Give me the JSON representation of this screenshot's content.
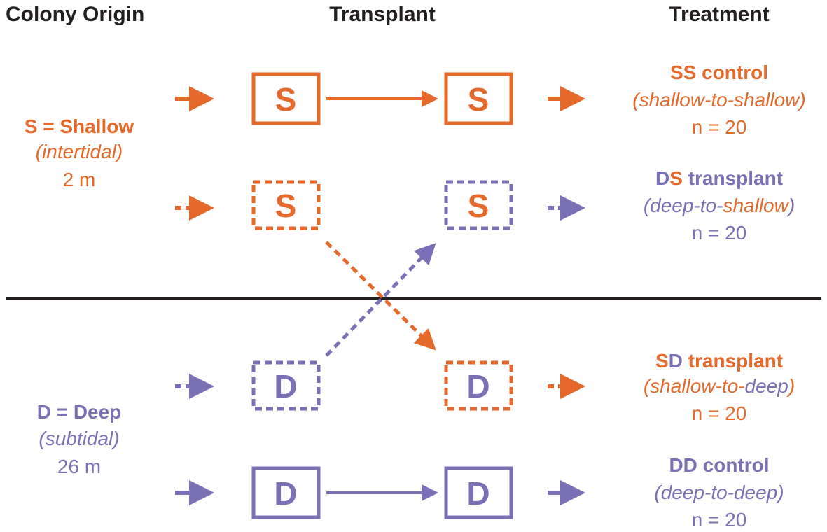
{
  "colors": {
    "shallow": "#e5692b",
    "deep": "#7a70b6",
    "divider": "#231f20",
    "heading": "#231f20"
  },
  "headers": {
    "colony_origin": "Colony Origin",
    "transplant": "Transplant",
    "treatment": "Treatment"
  },
  "origin": {
    "shallow": {
      "title": "S = Shallow",
      "subtitle": "(intertidal)",
      "depth": "2 m"
    },
    "deep": {
      "title": "D = Deep",
      "subtitle": "(subtidal)",
      "depth": "26 m"
    }
  },
  "boxes": {
    "ss_origin": "S",
    "ss_dest": "S",
    "ds_origin": "S",
    "ds_dest": "S",
    "sd_origin": "D",
    "sd_dest": "D",
    "dd_origin": "D",
    "dd_dest": "D"
  },
  "treatments": {
    "ss": {
      "title_a": "SS",
      "title_b": " control",
      "sub_a": "(shallow-to-shallow)",
      "sub_b": "",
      "n": "n = 20"
    },
    "ds": {
      "title_a": "D",
      "title_b": "S",
      "title_c": " transplant",
      "sub_a": "(deep-to-",
      "sub_b": "shallow",
      "sub_c": ")",
      "n": "n = 20"
    },
    "sd": {
      "title_a": "S",
      "title_b": "D",
      "title_c": " transplant",
      "sub_a": "(shallow-to-",
      "sub_b": "deep",
      "sub_c": ")",
      "n": "n = 20"
    },
    "dd": {
      "title_a": "DD",
      "title_b": " control",
      "sub_a": "(deep-to-deep)",
      "sub_b": "",
      "n": "n = 20"
    }
  }
}
